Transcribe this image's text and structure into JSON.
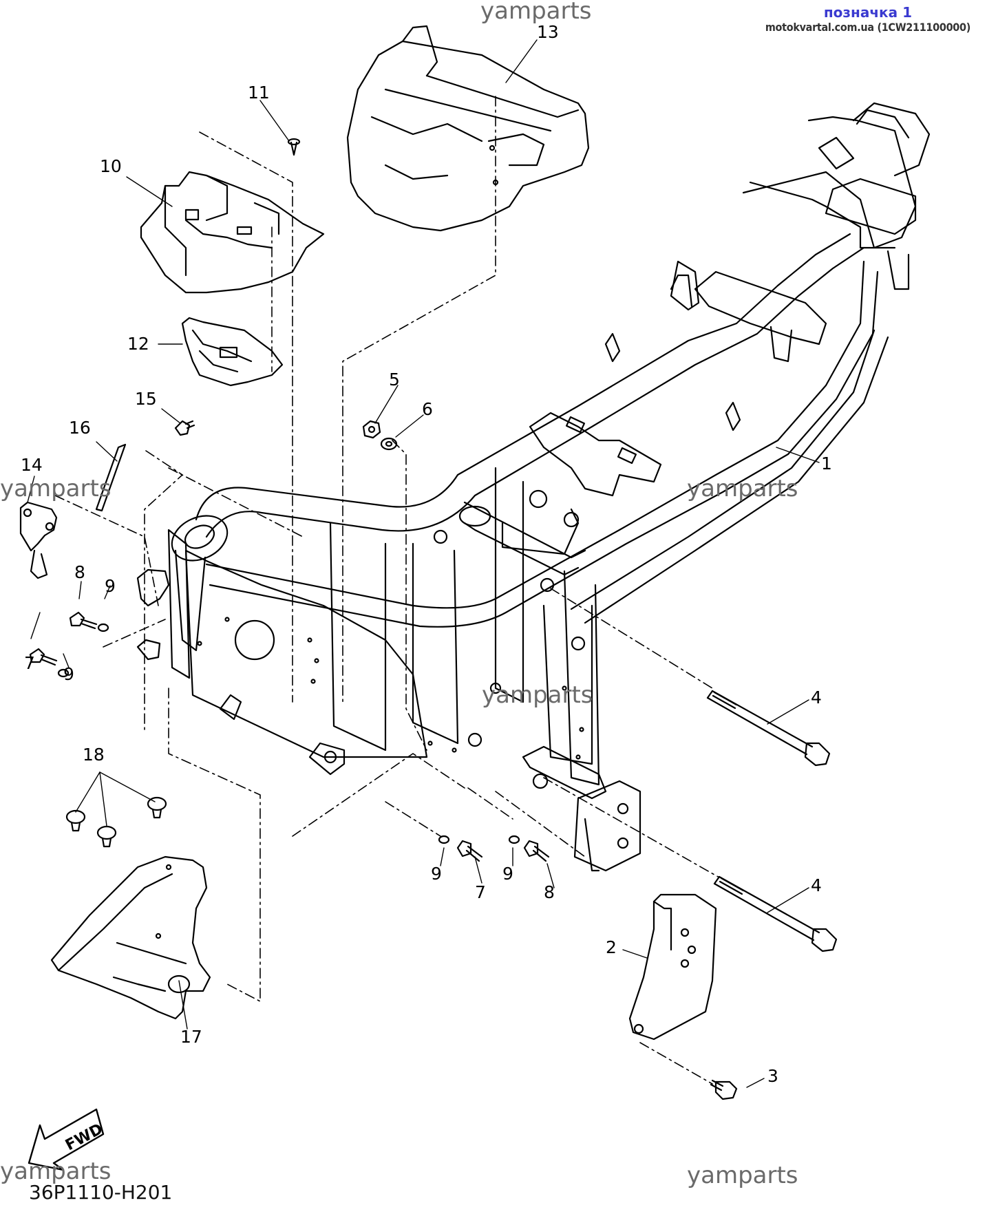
{
  "header": {
    "title": "позначка 1",
    "source": "motokvartal.com.ua (1CW211100000)"
  },
  "watermarks": [
    "yamparts",
    "yamparts",
    "yamparts",
    "yamparts",
    "yamparts",
    "yamparts"
  ],
  "diagram_code": "36P1110-H201",
  "fwd_label": "FWD",
  "callouts": [
    "1",
    "2",
    "3",
    "4",
    "4",
    "5",
    "6",
    "7",
    "7",
    "8",
    "8",
    "9",
    "9",
    "9",
    "9",
    "10",
    "11",
    "12",
    "13",
    "14",
    "15",
    "16",
    "17",
    "18"
  ]
}
